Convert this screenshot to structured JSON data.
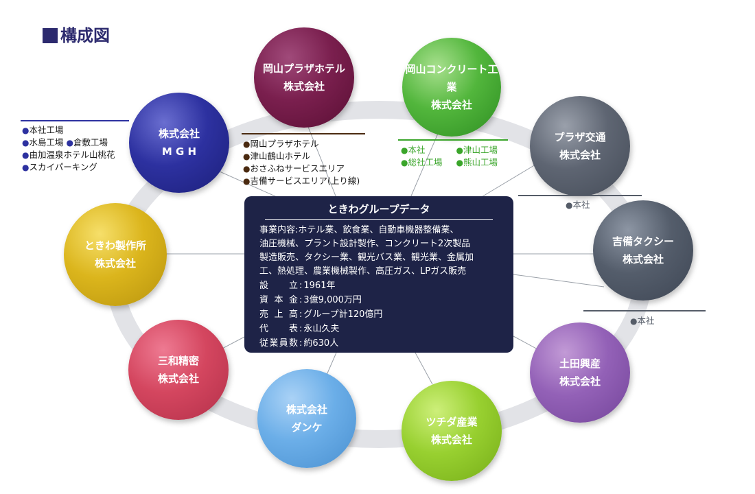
{
  "title": "構成図",
  "companies": {
    "hotel": {
      "line1": "岡山プラザホテル",
      "line2": "株式会社"
    },
    "konk": {
      "line1": "岡山コンクリート工業",
      "line2": "株式会社"
    },
    "mgh": {
      "line1": "株式会社",
      "line2": "M G H"
    },
    "plaza": {
      "line1": "プラザ交通",
      "line2": "株式会社"
    },
    "seisaku": {
      "line1": "ときわ製作所",
      "line2": "株式会社"
    },
    "kibi": {
      "line1": "吉備タクシー",
      "line2": "株式会社"
    },
    "sanwa": {
      "line1": "三和精密",
      "line2": "株式会社"
    },
    "doda": {
      "line1": "土田興産",
      "line2": "株式会社"
    },
    "danke": {
      "line1": "株式会社",
      "line2": "ダンケ"
    },
    "tsuchida": {
      "line1": "ツチダ産業",
      "line2": "株式会社"
    }
  },
  "group_data": {
    "title": "ときわグループデータ",
    "business_lines": [
      "事業内容:ホテル業、飲食業、自動車機器整備業、",
      "油圧機械、プラント設計製作、コンクリート2次製品",
      "製造販売、タクシー業、観光バス業、観光業、金属加",
      "工、熱処理、農業機械製作、高圧ガス、LPガス販売"
    ],
    "rows": [
      {
        "key": "設立",
        "value": "1961年"
      },
      {
        "key": "資本金",
        "value": "3億9,000万円"
      },
      {
        "key": "売上高",
        "value": "グループ計120億円"
      },
      {
        "key": "代表",
        "value": "永山久夫"
      },
      {
        "key": "従業員数",
        "value": "約630人"
      }
    ]
  },
  "mgh_sites": [
    "本社工場",
    "水島工場",
    "倉敷工場",
    "由加温泉ホテル山桃花",
    "スカイパーキング"
  ],
  "hotel_sites": [
    "岡山プラザホテル",
    "津山鶴山ホテル",
    "おさふねサービスエリア",
    "吉備サービスエリア(上り線)"
  ],
  "konk_sites": [
    "本社",
    "津山工場",
    "総社工場",
    "熊山工場"
  ],
  "plaza_site": "本社",
  "kibi_site": "本社",
  "bullet": "●",
  "colors": {
    "title": "#2c2a6e",
    "center_box": "#1e2347",
    "ring": "#e2e3e7",
    "mgh_accent": "#2d31a0",
    "hotel_accent": "#4a2a10",
    "konk_accent": "#3aa52a",
    "taxi_accent": "#555c68"
  }
}
